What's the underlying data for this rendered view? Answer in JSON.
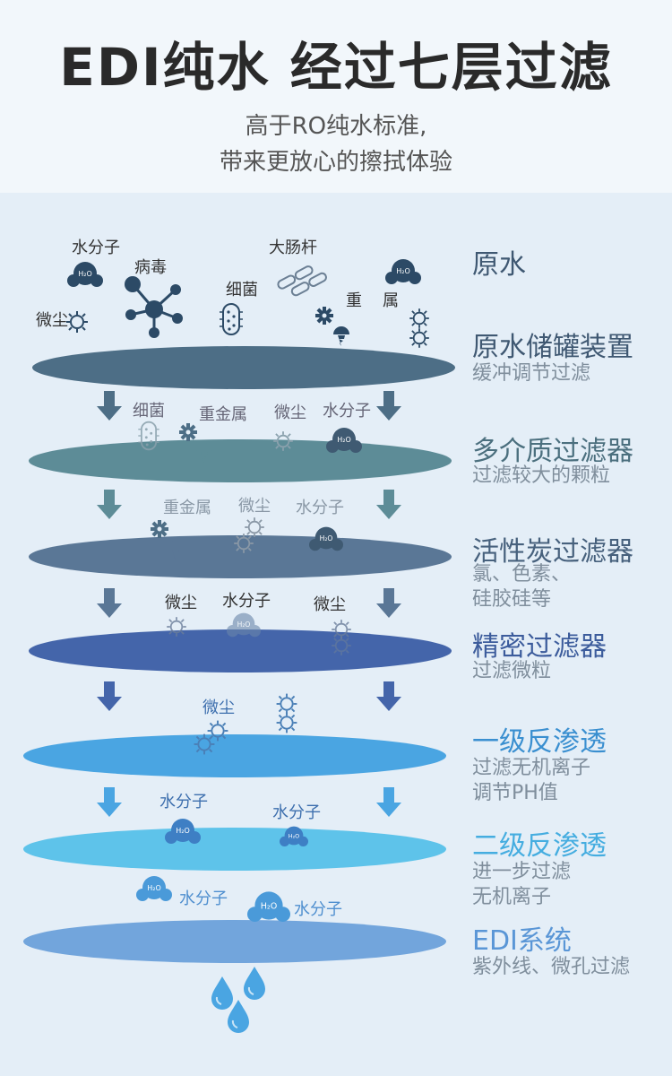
{
  "header": {
    "title": "EDI纯水 经过七层过滤",
    "subtitle_line1": "高于RO纯水标准,",
    "subtitle_line2": "带来更放心的擦拭体验"
  },
  "colors": {
    "raw": "#4d6e86",
    "multi": "#5d8c97",
    "carbon": "#5a7796",
    "precision": "#4465aa",
    "ro1": "#4aa5e2",
    "ro2": "#5ec3ea",
    "edi": "#72a5dc"
  },
  "raw": {
    "labels": {
      "water_molecule": "水分子",
      "virus": "病毒",
      "e_coli": "大肠杆",
      "bacteria": "细菌",
      "dust": "微尘",
      "heavy_metal_1": "重",
      "heavy_metal_2": "属"
    }
  },
  "molecule_text": "H₂O",
  "stages": [
    {
      "name": "原水",
      "desc": []
    },
    {
      "name": "原水储罐装置",
      "desc": [
        "缓冲调节过滤"
      ],
      "contaminants": []
    },
    {
      "name": "多介质过滤器",
      "desc": [
        "过滤较大的颗粒"
      ],
      "contaminants": [
        "细菌",
        "重金属",
        "微尘",
        "水分子"
      ]
    },
    {
      "name": "活性炭过滤器",
      "desc": [
        "氯、色素、",
        "硅胶硅等"
      ],
      "contaminants": [
        "重金属",
        "微尘",
        "水分子"
      ]
    },
    {
      "name": "精密过滤器",
      "desc": [
        "过滤微粒"
      ],
      "contaminants": [
        "微尘",
        "水分子",
        "微尘"
      ]
    },
    {
      "name": "一级反渗透",
      "desc": [
        "过滤无机离子",
        "调节PH值"
      ],
      "contaminants": [
        "微尘"
      ]
    },
    {
      "name": "二级反渗透",
      "desc": [
        "进一步过滤",
        "无机离子"
      ],
      "contaminants": [
        "水分子",
        "水分子"
      ]
    },
    {
      "name": "EDI系统",
      "desc": [
        "紫外线、微孔过滤"
      ],
      "contaminants": [
        "水分子",
        "水分子"
      ]
    }
  ]
}
